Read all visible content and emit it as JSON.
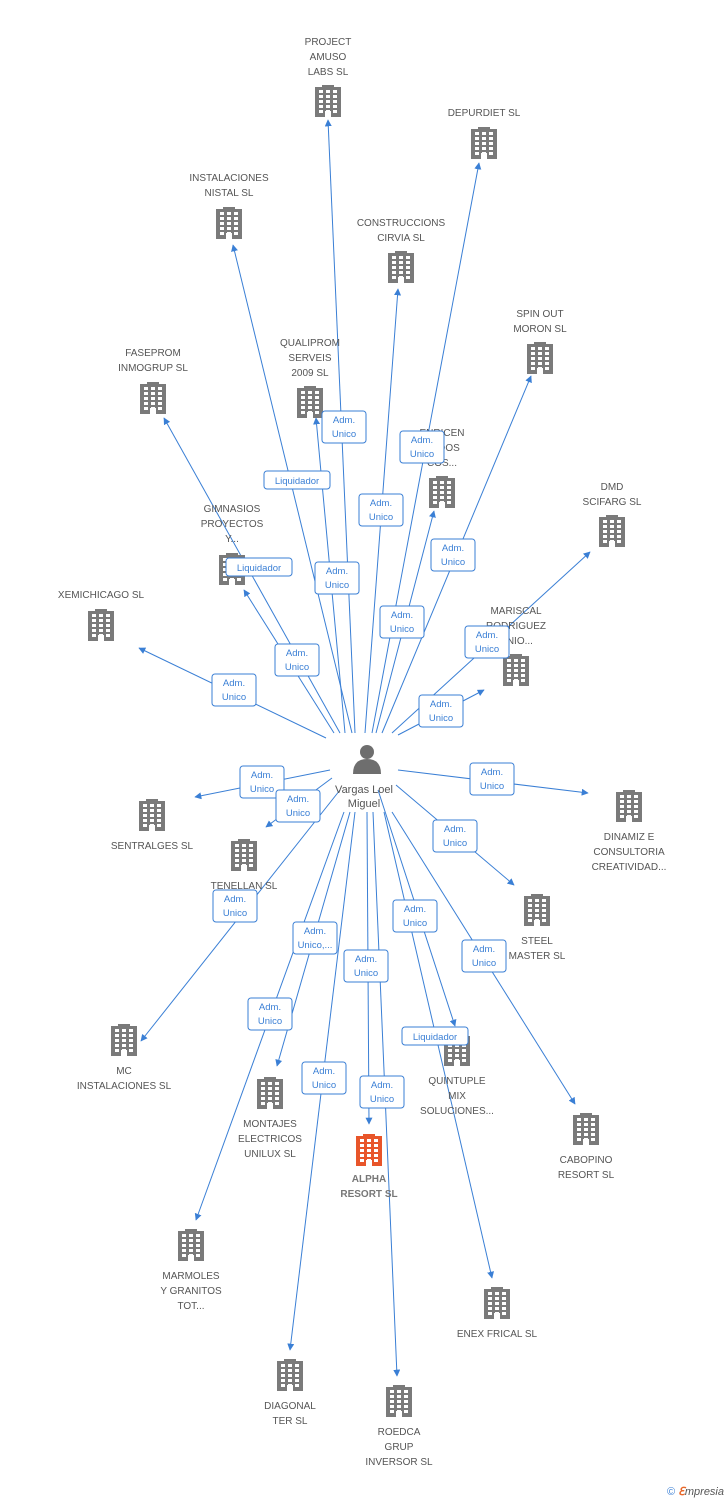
{
  "center": {
    "lines": [
      "Vargas Loel",
      "Miguel"
    ]
  },
  "companies": [
    {
      "id": "project-amuso",
      "lines": [
        "PROJECT",
        "AMUSO",
        "LABS SL"
      ]
    },
    {
      "id": "depurdiet",
      "lines": [
        "DEPURDIET SL"
      ]
    },
    {
      "id": "instalaciones-nistal",
      "lines": [
        "INSTALACIONES",
        "NISTAL SL"
      ]
    },
    {
      "id": "construccions-cirvia",
      "lines": [
        "CONSTRUCCIONS",
        "CIRVIA SL"
      ]
    },
    {
      "id": "spin-out-moron",
      "lines": [
        "SPIN OUT",
        "MORON SL"
      ]
    },
    {
      "id": "faseprom-inmogrup",
      "lines": [
        "FASEPROM",
        "INMOGRUP SL"
      ]
    },
    {
      "id": "qualiprom-serveis",
      "lines": [
        "QUALIPROM",
        "SERVEIS",
        "2009 SL"
      ]
    },
    {
      "id": "enricen",
      "lines": [
        "ENRICEN",
        "DADOS",
        "COS..."
      ]
    },
    {
      "id": "dmd-scifarg",
      "lines": [
        "DMD",
        "SCIFARG SL"
      ]
    },
    {
      "id": "gimnasios-proyectos",
      "lines": [
        "GIMNASIOS",
        "PROYECTOS",
        "Y..."
      ]
    },
    {
      "id": "xemichicago",
      "lines": [
        "XEMICHICAGO SL"
      ]
    },
    {
      "id": "mariscal-rodriguez",
      "lines": [
        "MARISCAL",
        "RODRIGUEZ",
        "ONIO..."
      ]
    },
    {
      "id": "sentralges",
      "lines": [
        "SENTRALGES SL"
      ]
    },
    {
      "id": "tenellan",
      "lines": [
        "TENELLAN  SL"
      ]
    },
    {
      "id": "dinamiz",
      "lines": [
        "DINAMIZ E",
        "CONSULTORIA",
        "CREATIVIDAD..."
      ]
    },
    {
      "id": "steel-master",
      "lines": [
        "STEEL",
        "MASTER SL"
      ]
    },
    {
      "id": "mc-instalaciones",
      "lines": [
        "MC",
        "INSTALACIONES SL"
      ]
    },
    {
      "id": "quintuple-mix",
      "lines": [
        "QUINTUPLE",
        "MIX",
        "SOLUCIONES..."
      ]
    },
    {
      "id": "montajes-unilux",
      "lines": [
        "MONTAJES",
        "ELECTRICOS",
        "UNILUX SL"
      ]
    },
    {
      "id": "alpha-resort",
      "lines": [
        "ALPHA",
        "RESORT SL"
      ],
      "highlight": true
    },
    {
      "id": "cabopino-resort",
      "lines": [
        "CABOPINO",
        "RESORT SL"
      ]
    },
    {
      "id": "marmoles-granitos",
      "lines": [
        "MARMOLES",
        "Y GRANITOS",
        "TOT..."
      ]
    },
    {
      "id": "enex-frical",
      "lines": [
        "ENEX FRICAL SL"
      ]
    },
    {
      "id": "diagonal-ter",
      "lines": [
        "DIAGONAL",
        "TER SL"
      ]
    },
    {
      "id": "roedca-grup",
      "lines": [
        "ROEDCA",
        "GRUP",
        "INVERSOR  SL"
      ]
    }
  ],
  "badges": [
    {
      "lines": [
        "Adm.",
        "Unico"
      ]
    },
    {
      "lines": [
        "Adm.",
        "Unico"
      ]
    },
    {
      "lines": [
        "Liquidador"
      ]
    },
    {
      "lines": [
        "Adm.",
        "Unico"
      ]
    },
    {
      "lines": [
        "Adm.",
        "Unico"
      ]
    },
    {
      "lines": [
        "Liquidador"
      ]
    },
    {
      "lines": [
        "Adm.",
        "Unico"
      ]
    },
    {
      "lines": [
        "Adm.",
        "Unico"
      ]
    },
    {
      "lines": [
        "Adm.",
        "Unico"
      ]
    },
    {
      "lines": [
        "Adm.",
        "Unico"
      ]
    },
    {
      "lines": [
        "Adm.",
        "Unico"
      ]
    },
    {
      "lines": [
        "Adm.",
        "Unico"
      ]
    },
    {
      "lines": [
        "Adm.",
        "Unico"
      ]
    },
    {
      "lines": [
        "Adm.",
        "Unico"
      ]
    },
    {
      "lines": [
        "Adm.",
        "Unico"
      ]
    },
    {
      "lines": [
        "Adm.",
        "Unico"
      ]
    },
    {
      "lines": [
        "Adm.",
        "Unico"
      ]
    },
    {
      "lines": [
        "Adm.",
        "Unico"
      ]
    },
    {
      "lines": [
        "Adm.",
        "Unico,..."
      ]
    },
    {
      "lines": [
        "Adm.",
        "Unico"
      ]
    },
    {
      "lines": [
        "Adm.",
        "Unico"
      ]
    },
    {
      "lines": [
        "Liquidador"
      ]
    },
    {
      "lines": [
        "Adm.",
        "Unico"
      ]
    },
    {
      "lines": [
        "Adm.",
        "Unico"
      ]
    },
    {
      "lines": [
        "Adm.",
        "Unico"
      ]
    }
  ],
  "footer": {
    "copyright": "©",
    "brand_initial": "ℇ",
    "brand_rest": "mpresia"
  },
  "colors": {
    "edge": "#3a7fd5",
    "building": "#7a7a7a",
    "highlight": "#e8552a",
    "person": "#6e6e6e"
  },
  "icons": {
    "company": "building-icon",
    "person": "person-icon"
  }
}
